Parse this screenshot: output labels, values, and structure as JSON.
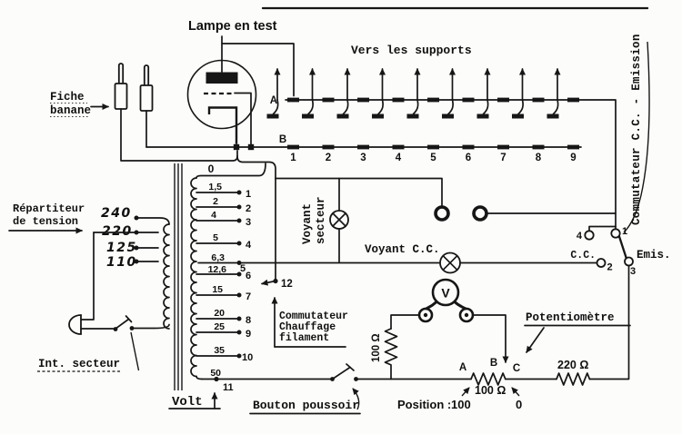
{
  "annotations": {
    "lamp_under_test": "Lampe en test",
    "to_supports": "Vers les supports",
    "banana_plug_line1": "Fiche",
    "banana_plug_line2": "banane",
    "voltage_distributor_line1": "Répartiteur",
    "voltage_distributor_line2": "de tension",
    "mains_switch": "Int. secteur",
    "volt": "Volt",
    "push_button": "Bouton poussoir",
    "filament_switch_line1": "Commutateur",
    "filament_switch_line2": "Chauffage",
    "filament_switch_line3": "filament",
    "mains_lamp_line1": "Voyant",
    "mains_lamp_line2": "secteur",
    "cc_lamp": "Voyant C.C.",
    "cc_emission_switch": "Commutateur C.C. - Emission",
    "potentiometer": "Potentiomètre",
    "position_label": "Position :",
    "position_100": "100",
    "position_0": "0"
  },
  "transformer": {
    "primary_taps": [
      "240",
      "220",
      "125",
      "110"
    ],
    "secondary_zero": "0",
    "secondary_taps": [
      {
        "voltage": "1,5",
        "terminal": "1"
      },
      {
        "voltage": "2",
        "terminal": "2"
      },
      {
        "voltage": "4",
        "terminal": "3"
      },
      {
        "voltage": "5",
        "terminal": "4"
      },
      {
        "voltage": "6,3",
        "terminal": "5"
      },
      {
        "voltage": "12,6",
        "terminal": "6"
      },
      {
        "voltage": "15",
        "terminal": "7"
      },
      {
        "voltage": "20",
        "terminal": "8"
      },
      {
        "voltage": "25",
        "terminal": "9"
      },
      {
        "voltage": "35",
        "terminal": "10"
      },
      {
        "voltage": "50",
        "terminal": "11"
      }
    ],
    "wiper_terminal": "12"
  },
  "supports": {
    "bus_a": "A",
    "bus_b": "B",
    "numbers": [
      "1",
      "2",
      "3",
      "4",
      "5",
      "6",
      "7",
      "8",
      "9"
    ]
  },
  "cc_switch": {
    "contact_4": "4",
    "contact_1": "1",
    "contact_2": "2",
    "contact_3": "3",
    "cc": "C.C.",
    "emission": "Emis."
  },
  "meter": {
    "label": "V"
  },
  "resistors": {
    "r_series": "100 Ω",
    "r_pot": "100 Ω",
    "r_emission": "220 Ω"
  },
  "pot": {
    "a": "A",
    "b": "B",
    "c": "C"
  }
}
